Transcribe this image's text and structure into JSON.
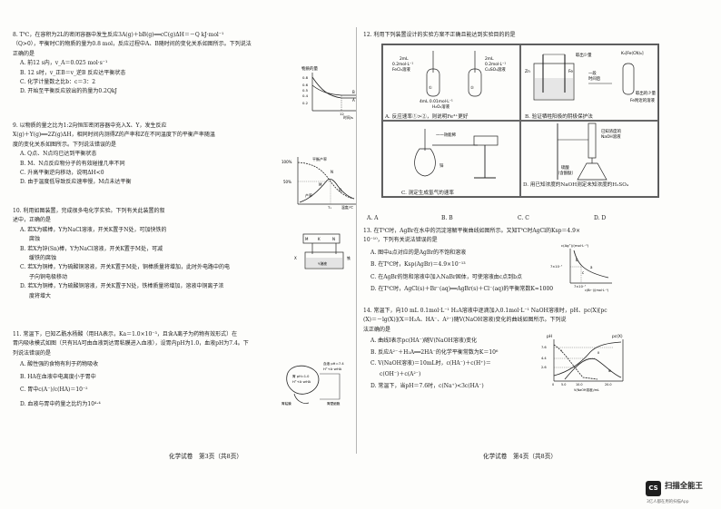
{
  "left": {
    "q8": {
      "lines": [
        "8. T℃，在容积为2L的密闭容器中发生反应3A(g)＋bB(g)══cC(g)ΔH＝－Q kJ·mol⁻¹",
        "（Q>0），平衡时C的物质的量为0.8 mol，反应过程中A、B随时间的变化关系如图所示。下列说法",
        "正确的是"
      ],
      "options": [
        "A. 前12 s内，v_A＝0.025 mol·s⁻¹",
        "B. 12 s时，v_正B＝v_逆B 反应达平衡状态",
        "C. 化学计量数之比b：c＝3：2",
        "D. 开始至平衡反应放出的热量为0.2QkJ"
      ],
      "graph": {
        "ylabel": "物质的量",
        "xlabel": "时间/s",
        "x_tick": "12",
        "curves": [
          "A",
          "B"
        ],
        "y_ticks": [
          "0.8",
          "0.6",
          "0.5",
          "0.4",
          "0.2"
        ]
      }
    },
    "q9": {
      "lines": [
        "9. 以物质的量之比为1:2向恒压密闭容器中充入X、Y，发生反应",
        "X(g)＋Y(g)══2Z(g)ΔH，相同时间内测得Z的产率和Z在不同温度下的平衡产率随温",
        "度的变化关系如图所示。下列说法错误的是"
      ],
      "options": [
        "A. Q点、N点均已达到平衡状态",
        "B. M、N点反应物分子的有效碰撞几率不同",
        "C. 升高平衡逆向移动，说明ΔH<0",
        "D. 由于温度低导致反应速率慢，M点未达平衡"
      ],
      "graph": {
        "y100": "100%",
        "y50": "50%",
        "curve_eq": "平衡产率",
        "curve_z": "产率",
        "points": [
          "M",
          "N",
          "Q"
        ],
        "x_tick": "T₁",
        "xlabel": "温度/℃"
      }
    },
    "q10": {
      "lines": [
        "10. 利用如图装置，完成很多电化学实验。下列有关此装置的叙",
        "述中，正确的是"
      ],
      "options": [
        "A. 若X为碳棒，Y为NaCl溶液，开关K置于N处，可加快铁的",
        "腐蚀",
        "B. 若X为锌(Sn)棒，Y为NaCl溶液，开关K置于M处，可减",
        "缓铁的腐蚀",
        "C. 若X为铜棒，Y为硫酸铜溶液，开关K置于M处，铜棒质量将增加，此时外电路中的电",
        "子向铜电极移动",
        "D. 若X为铜棒，Y为硫酸铜溶液，开关K置于N处，铁棒质量将增加，溶液中铜离子浓",
        "度将增大"
      ],
      "graph": {
        "k": "K",
        "m": "M",
        "n": "N",
        "x": "X",
        "y": "Y溶液",
        "iron": "铁"
      }
    },
    "q11": {
      "lines": [
        "11. 常温下，已知乙酰水杨酸（用HA表示，Ka＝1.0×10⁻³，且含A离子为药物有效形式）在",
        "胃内吸收模式如图（只有HA可由血液到达胃粘膜进入血液），设胃内pH为1.0，血液pH为7.4。下",
        "列说法错误的是"
      ],
      "options": [
        "A. 酸性强的食物有利于药物吸收",
        "B. HA在血液中电离度小于胃中",
        "C. 胃中c(A⁻)/c(HA)＝10⁻²",
        "D. 血液与胃中药量之比约为10⁴·⁴"
      ],
      "graph": {
        "l1": "血液 pH＝7.4",
        "l2": "H⁺+A⁻⇌HA",
        "l3": "胃 pH=1.0",
        "l4": "H⁺+A⁻⇌HA",
        "l5": "胃粘膜",
        "l6": "胃壁细胞"
      }
    },
    "footer": "化学试卷　第3页（共8页）"
  },
  "right": {
    "q12": {
      "intro": "12. 利用下列装置设计的实验方案不正确且能达到实验目的的是",
      "cells": [
        {
          "labels": [
            "2mL",
            "0.2mol·L⁻¹",
            "FeCl₃溶液",
            "2mL",
            "0.2mol·L⁻¹",
            "CuSO₄溶液",
            "①",
            "②",
            "4mL 0.01mol·L⁻¹",
            "H₂O₂溶液"
          ],
          "caption": "A. 反应速率①>②，则说明Fe³⁺更好"
        },
        {
          "labels": [
            "Zn",
            "Fe",
            "K₃[Fe(CN)₆]",
            "取出少量",
            "一段",
            "时间后",
            "取出的少量",
            "Fe附近的溶液"
          ],
          "caption": "B. 验证牺牲阳极的阴极保护法"
        },
        {
          "labels": [
            "一一效能稀",
            "锌"
          ],
          "caption": "C. 测定生成氢气的速率"
        },
        {
          "labels": [
            "已知浓度的",
            "NaOH溶液",
            "硫酸",
            "（含酚酞）"
          ],
          "caption": "D. 用已知浓度的NaOH测定未知浓度的H₂SO₄"
        }
      ],
      "answers": [
        "A. A",
        "B. B",
        "C. C",
        "D. D"
      ]
    },
    "q13": {
      "lines": [
        "13. 在T℃时，AgBr在水中的沉淀溶解平衡曲线如图所示。又知T℃时AgCl的Ksp＝4.9×",
        "10⁻¹⁰，下列有关说法错误的是"
      ],
      "options": [
        "A. 图中a点对应的是AgBr的不饱和溶液",
        "B. 在T℃时，Ksp(AgBr)＝4.9×10⁻¹³",
        "C. 在AgBr的饱和溶液中加入NaBr固体，可使溶液由c点到b点",
        "D. 在T℃时，AgCl(s)＋Br⁻(aq)══AgBr(s)＋Cl⁻(aq)的平衡常数K≈1000"
      ],
      "graph": {
        "ylabel": "c(Ag⁺)/(mol·L⁻¹)",
        "y_tick": "7×10⁻⁷",
        "x_tick": "7×10⁻⁷",
        "xlabel": "c(Br⁻)/(mol·L⁻¹)",
        "points": [
          "a",
          "b",
          "c"
        ]
      }
    },
    "q14": {
      "lines": [
        "14. 常温下，向10 mL 0.1mol·L⁻¹ H₂A溶液中逐滴加入0.1mol·L⁻¹ NaOH溶液时，pH、pc(X)[pc",
        "(X)＝－lg(X)](X＝H₂A、HA⁻、A²⁻)随V(NaOH溶液)变化的曲线如图所示。下列说",
        "法正确的是"
      ],
      "options": [
        "A. 曲线Ⅰ表示pc(HA⁻)随V(NaOH溶液)变化",
        "B. 反应A²⁻＋H₂A══2HA⁻的化学平衡常数为K＝10⁶",
        "C. V(NaOH溶液)＝10mL时，c(HA⁻)＋c(H⁺)＝",
        "c(OH⁻)＋c(A²⁻)",
        "D. 常温下，当pH＝7.6时，c(Na⁺)<3c(HA⁻)"
      ],
      "graph": {
        "left": "pH",
        "right": "pc(X)",
        "y_ticks": [
          "7.6",
          "4.4",
          "2.6"
        ],
        "x_ticks": [
          "0",
          "5.0",
          "10.0",
          "20.0"
        ],
        "xlabel": "V(NaOH溶液)/mL",
        "curves": [
          "Ⅰ",
          "Ⅱ",
          "Ⅲ"
        ]
      }
    },
    "footer": "化学试卷　第4页（共8页）"
  },
  "watermark": {
    "badge": "CS",
    "brand": "扫描全能王",
    "slogan": "3亿人都在用的扫描App"
  }
}
